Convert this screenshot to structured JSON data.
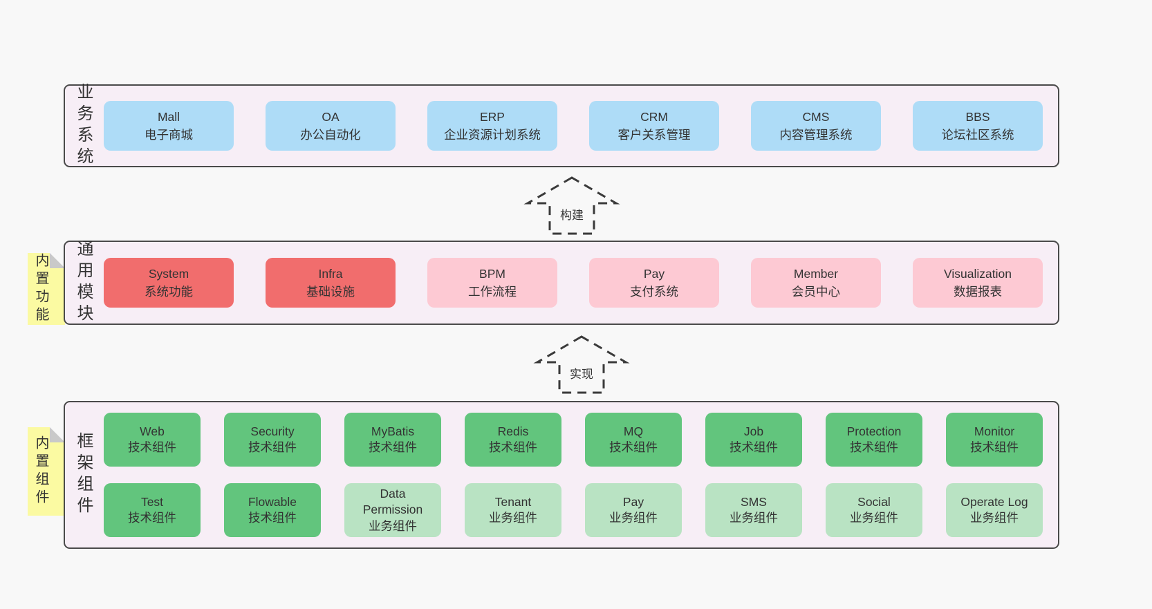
{
  "colors": {
    "page_bg": "#f8f8f8",
    "container_bg": "#f7eef6",
    "container_border": "#4a4a4a",
    "blue": "#aedcf7",
    "red": "#f16d6d",
    "pink": "#fdc9d3",
    "green_dark": "#62c57d",
    "green_light": "#b9e3c3",
    "sticky_yellow": "#fbfaa2",
    "sticky_fold": "#c9c9c9"
  },
  "arrows": [
    {
      "label": "构建"
    },
    {
      "label": "实现"
    }
  ],
  "layers": [
    {
      "id": "business-systems",
      "label": "业务系统",
      "rows": [
        [
          {
            "name": "Mall",
            "desc": "电子商城",
            "variant": "blue"
          },
          {
            "name": "OA",
            "desc": "办公自动化",
            "variant": "blue"
          },
          {
            "name": "ERP",
            "desc": "企业资源计划系统",
            "variant": "blue"
          },
          {
            "name": "CRM",
            "desc": "客户关系管理",
            "variant": "blue"
          },
          {
            "name": "CMS",
            "desc": "内容管理系统",
            "variant": "blue"
          },
          {
            "name": "BBS",
            "desc": "论坛社区系统",
            "variant": "blue"
          }
        ]
      ]
    },
    {
      "id": "common-modules",
      "label": "通用模块",
      "sticky": "内置功能",
      "rows": [
        [
          {
            "name": "System",
            "desc": "系统功能",
            "variant": "red"
          },
          {
            "name": "Infra",
            "desc": "基础设施",
            "variant": "red"
          },
          {
            "name": "BPM",
            "desc": "工作流程",
            "variant": "pink"
          },
          {
            "name": "Pay",
            "desc": "支付系统",
            "variant": "pink"
          },
          {
            "name": "Member",
            "desc": "会员中心",
            "variant": "pink"
          },
          {
            "name": "Visualization",
            "desc": "数据报表",
            "variant": "pink"
          }
        ]
      ]
    },
    {
      "id": "framework-components",
      "label": "框架组件",
      "sticky": "内置组件",
      "rows": [
        [
          {
            "name": "Web",
            "desc": "技术组件",
            "variant": "green-dark"
          },
          {
            "name": "Security",
            "desc": "技术组件",
            "variant": "green-dark"
          },
          {
            "name": "MyBatis",
            "desc": "技术组件",
            "variant": "green-dark"
          },
          {
            "name": "Redis",
            "desc": "技术组件",
            "variant": "green-dark"
          },
          {
            "name": "MQ",
            "desc": "技术组件",
            "variant": "green-dark"
          },
          {
            "name": "Job",
            "desc": "技术组件",
            "variant": "green-dark"
          },
          {
            "name": "Protection",
            "desc": "技术组件",
            "variant": "green-dark"
          },
          {
            "name": "Monitor",
            "desc": "技术组件",
            "variant": "green-dark"
          }
        ],
        [
          {
            "name": "Test",
            "desc": "技术组件",
            "variant": "green-dark"
          },
          {
            "name": "Flowable",
            "desc": "技术组件",
            "variant": "green-dark"
          },
          {
            "name": "Data Permission",
            "desc": "业务组件",
            "variant": "green-light"
          },
          {
            "name": "Tenant",
            "desc": "业务组件",
            "variant": "green-light"
          },
          {
            "name": "Pay",
            "desc": "业务组件",
            "variant": "green-light"
          },
          {
            "name": "SMS",
            "desc": "业务组件",
            "variant": "green-light"
          },
          {
            "name": "Social",
            "desc": "业务组件",
            "variant": "green-light"
          },
          {
            "name": "Operate Log",
            "desc": "业务组件",
            "variant": "green-light"
          }
        ]
      ]
    }
  ]
}
